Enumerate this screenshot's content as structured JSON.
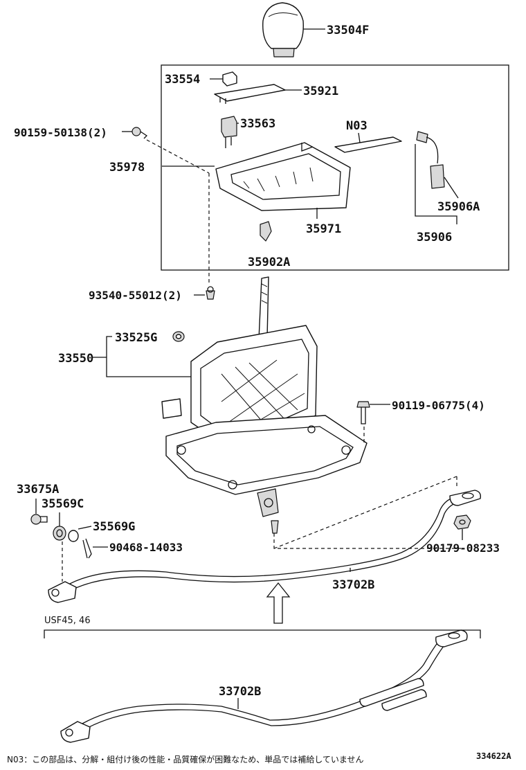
{
  "callouts": [
    {
      "id": "knob",
      "text": "33504F"
    },
    {
      "id": "cover_clip",
      "text": "33554"
    },
    {
      "id": "indicator_plate",
      "text": "35921"
    },
    {
      "id": "switch",
      "text": "33563"
    },
    {
      "id": "screw_a",
      "text": "90159-50138(2)"
    },
    {
      "id": "n03",
      "text": "N03"
    },
    {
      "id": "housing_assy",
      "text": "35978"
    },
    {
      "id": "wire_connector",
      "text": "35906A"
    },
    {
      "id": "wire",
      "text": "35906"
    },
    {
      "id": "housing",
      "text": "35971"
    },
    {
      "id": "clip",
      "text": "35902A"
    },
    {
      "id": "screw_b",
      "text": "93540-55012(2)"
    },
    {
      "id": "bushing",
      "text": "33525G"
    },
    {
      "id": "shift_lever_assy",
      "text": "33550"
    },
    {
      "id": "bolt_a",
      "text": "90119-06775(4)"
    },
    {
      "id": "pin",
      "text": "33675A"
    },
    {
      "id": "bush_c",
      "text": "35569C"
    },
    {
      "id": "bush_g",
      "text": "35569G"
    },
    {
      "id": "clip_b",
      "text": "90468-14033"
    },
    {
      "id": "nut",
      "text": "90179-08233"
    },
    {
      "id": "rod",
      "text": "33702B"
    },
    {
      "id": "rod_alt",
      "text": "33702B"
    }
  ],
  "variant_label": "USF45, 46",
  "footnote": "N03：この部品は、分解・組付け後の性能・品質確保が困難なため、単品では補給していません",
  "diagram_id": "334622A"
}
